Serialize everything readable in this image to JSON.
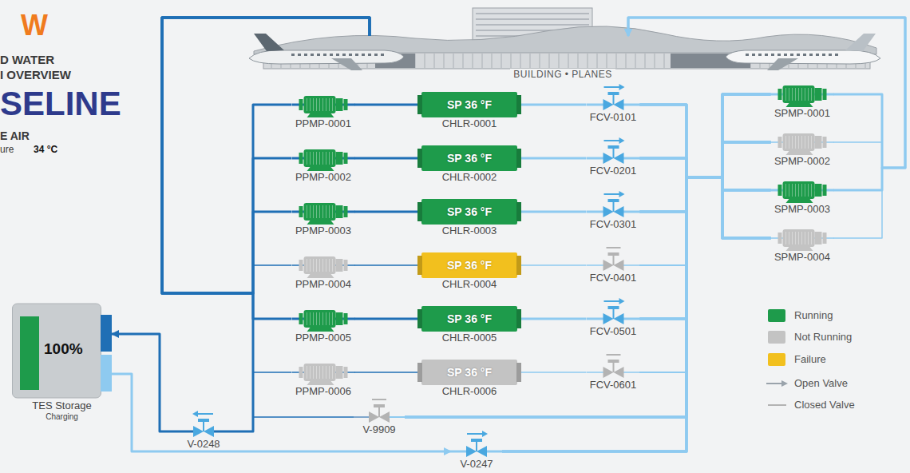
{
  "diagram": {
    "title": "SELINE",
    "nodes": [
      {
        "text": [
          "BUILDING • PLANES"
        ]
      },
      {
        "text": [
          "PPMP-0001"
        ]
      },
      {
        "text": [
          "SP 36 °F",
          "CHLR-0001"
        ]
      },
      {
        "text": [
          "FCV-0101"
        ]
      },
      {
        "text": [
          "PPMP-0002"
        ]
      },
      {
        "text": [
          "SP 36 °F",
          "CHLR-0002"
        ]
      },
      {
        "text": [
          "FCV-0201"
        ]
      },
      {
        "text": [
          "PPMP-0003"
        ]
      },
      {
        "text": [
          "SP 36 °F",
          "CHLR-0003"
        ]
      },
      {
        "text": [
          "FCV-0301"
        ]
      },
      {
        "text": [
          "PPMP-0004"
        ]
      },
      {
        "text": [
          "SP 36 °F",
          "CHLR-0004"
        ]
      },
      {
        "text": [
          "FCV-0401"
        ]
      },
      {
        "text": [
          "PPMP-0005"
        ]
      },
      {
        "text": [
          "SP 36 °F",
          "CHLR-0005"
        ]
      },
      {
        "text": [
          "FCV-0501"
        ]
      },
      {
        "text": [
          "PPMP-0006"
        ]
      },
      {
        "text": [
          "SP 36 °F",
          "CHLR-0006"
        ]
      },
      {
        "text": [
          "FCV-0601"
        ]
      },
      {
        "text": [
          "SPMP-0001"
        ]
      },
      {
        "text": [
          "SPMP-0002"
        ]
      },
      {
        "text": [
          "SPMP-0003"
        ]
      },
      {
        "text": [
          "SPMP-0004"
        ]
      },
      {
        "text": [
          "100%",
          "TES Storage",
          "Charging"
        ]
      },
      {
        "text": [
          "V-9909"
        ]
      },
      {
        "text": [
          "V-0248"
        ]
      },
      {
        "text": [
          "V-0247"
        ]
      }
    ],
    "edges": [
      {
        "from": 0,
        "to": 1,
        "arrow": "none"
      },
      {
        "from": 0,
        "to": 4,
        "arrow": "none"
      },
      {
        "from": 0,
        "to": 7,
        "arrow": "none"
      },
      {
        "from": 0,
        "to": 10,
        "arrow": "none"
      },
      {
        "from": 0,
        "to": 13,
        "arrow": "none"
      },
      {
        "from": 0,
        "to": 16,
        "arrow": "none"
      },
      {
        "from": 0,
        "to": 24,
        "arrow": "none"
      },
      {
        "from": 0,
        "to": 25,
        "arrow": "none"
      },
      {
        "from": 1,
        "to": 2,
        "arrow": "none"
      },
      {
        "from": 2,
        "to": 3,
        "arrow": "none"
      },
      {
        "from": 4,
        "to": 5,
        "arrow": "none"
      },
      {
        "from": 5,
        "to": 6,
        "arrow": "none"
      },
      {
        "from": 7,
        "to": 8,
        "arrow": "none"
      },
      {
        "from": 8,
        "to": 9,
        "arrow": "none"
      },
      {
        "from": 10,
        "to": 11,
        "arrow": "none"
      },
      {
        "from": 11,
        "to": 12,
        "arrow": "none"
      },
      {
        "from": 13,
        "to": 14,
        "arrow": "none"
      },
      {
        "from": 14,
        "to": 15,
        "arrow": "none"
      },
      {
        "from": 16,
        "to": 17,
        "arrow": "none"
      },
      {
        "from": 17,
        "to": 18,
        "arrow": "none"
      },
      {
        "from": 3,
        "to": 19,
        "arrow": "none"
      },
      {
        "from": 3,
        "to": 20,
        "arrow": "none"
      },
      {
        "from": 3,
        "to": 21,
        "arrow": "none"
      },
      {
        "from": 3,
        "to": 22,
        "arrow": "none"
      },
      {
        "from": 6,
        "to": 19,
        "arrow": "none"
      },
      {
        "from": 6,
        "to": 20,
        "arrow": "none"
      },
      {
        "from": 6,
        "to": 21,
        "arrow": "none"
      },
      {
        "from": 6,
        "to": 22,
        "arrow": "none"
      },
      {
        "from": 9,
        "to": 19,
        "arrow": "none"
      },
      {
        "from": 9,
        "to": 20,
        "arrow": "none"
      },
      {
        "from": 9,
        "to": 21,
        "arrow": "none"
      },
      {
        "from": 9,
        "to": 22,
        "arrow": "none"
      },
      {
        "from": 12,
        "to": 19,
        "arrow": "none"
      },
      {
        "from": 12,
        "to": 20,
        "arrow": "none"
      },
      {
        "from": 12,
        "to": 21,
        "arrow": "none"
      },
      {
        "from": 12,
        "to": 22,
        "arrow": "none"
      },
      {
        "from": 15,
        "to": 19,
        "arrow": "none"
      },
      {
        "from": 15,
        "to": 20,
        "arrow": "none"
      },
      {
        "from": 15,
        "to": 21,
        "arrow": "none"
      },
      {
        "from": 15,
        "to": 22,
        "arrow": "none"
      },
      {
        "from": 18,
        "to": 19,
        "arrow": "none"
      },
      {
        "from": 18,
        "to": 20,
        "arrow": "none"
      },
      {
        "from": 18,
        "to": 21,
        "arrow": "none"
      },
      {
        "from": 18,
        "to": 22,
        "arrow": "none"
      },
      {
        "from": 24,
        "to": 19,
        "arrow": "none"
      },
      {
        "from": 24,
        "to": 20,
        "arrow": "none"
      },
      {
        "from": 24,
        "to": 21,
        "arrow": "none"
      },
      {
        "from": 24,
        "to": 22,
        "arrow": "none"
      },
      {
        "from": 26,
        "to": 19,
        "arrow": "none"
      },
      {
        "from": 26,
        "to": 20,
        "arrow": "none"
      },
      {
        "from": 26,
        "to": 21,
        "arrow": "none"
      },
      {
        "from": 26,
        "to": 22,
        "arrow": "none"
      },
      {
        "from": 19,
        "to": 0,
        "arrow": "to"
      },
      {
        "from": 20,
        "to": 0,
        "arrow": "to"
      },
      {
        "from": 21,
        "to": 0,
        "arrow": "to"
      },
      {
        "from": 22,
        "to": 0,
        "arrow": "to"
      },
      {
        "from": 25,
        "to": 23,
        "arrow": "to"
      },
      {
        "from": 23,
        "to": 26,
        "arrow": "to"
      }
    ],
    "labels": [
      "W",
      "D WATER",
      "I OVERVIEW",
      "E AIR",
      "ure",
      "34 °C"
    ],
    "legend": [
      {
        "text": "Running",
        "color": "#1e9b4b"
      },
      {
        "text": "Not Running",
        "color": "#c3c3c3"
      },
      {
        "text": "Failure",
        "color": "#f2c01e"
      },
      {
        "text": "Open Valve"
      },
      {
        "text": "Closed Valve"
      }
    ]
  }
}
